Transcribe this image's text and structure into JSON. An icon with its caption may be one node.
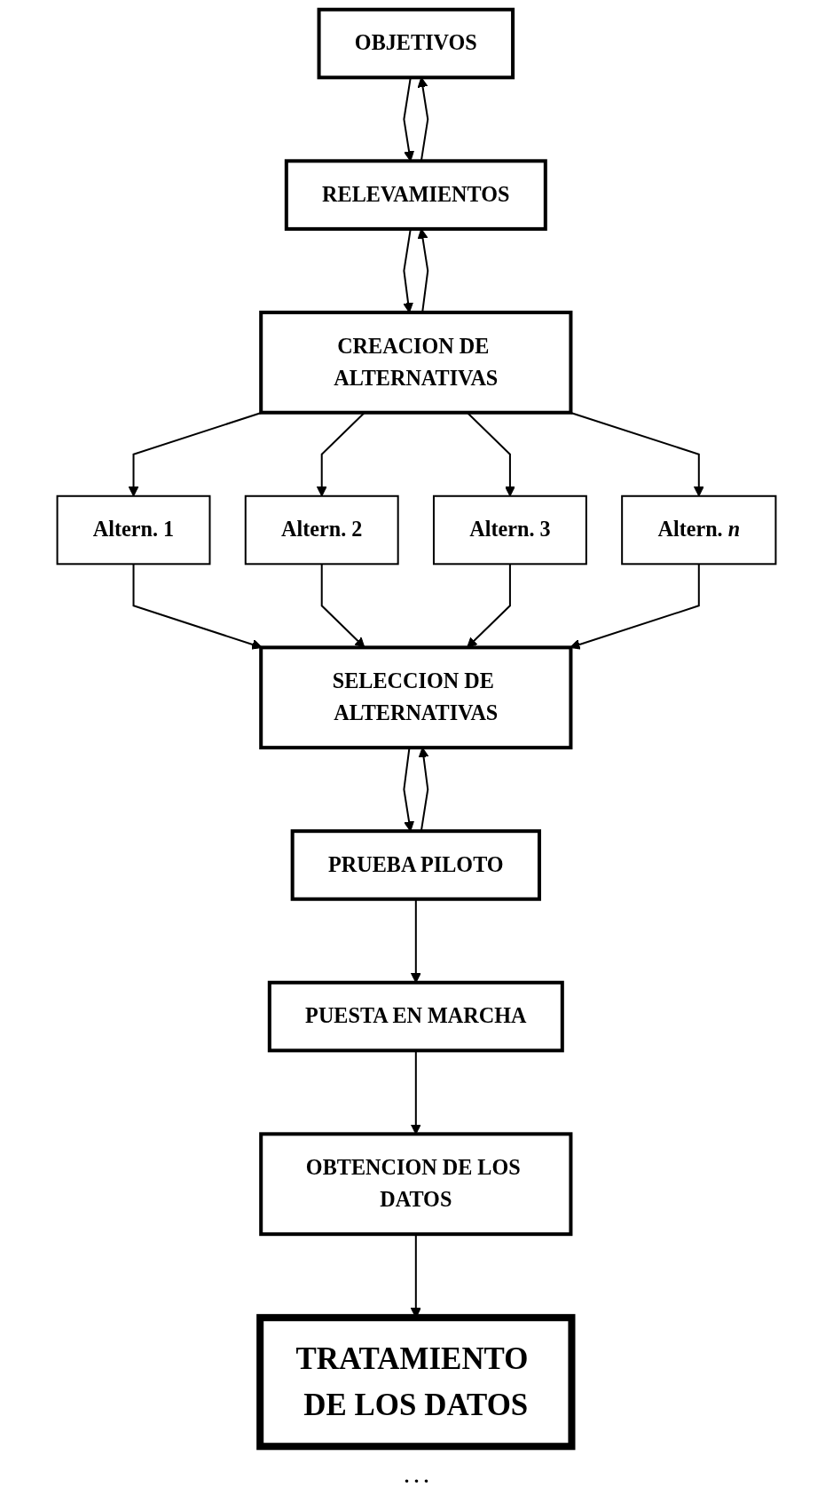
{
  "diagram": {
    "nodes": [
      {
        "text": [
          "OBJETIVOS"
        ]
      },
      {
        "text": [
          "RELEVAMIENTOS"
        ]
      },
      {
        "text": [
          "CREACION DE ALTERNATIVAS"
        ]
      },
      {
        "text": [
          "Altern. 1"
        ]
      },
      {
        "text": [
          "Altern. 2"
        ]
      },
      {
        "text": [
          "Altern. 3"
        ]
      },
      {
        "text": [
          "Altern. *n*"
        ]
      },
      {
        "text": [
          "SELECCION DE ALTERNATIVAS"
        ]
      },
      {
        "text": [
          "PRUEBA PILOTO"
        ]
      },
      {
        "text": [
          "PUESTA EN MARCHA"
        ]
      },
      {
        "text": [
          "OBTENCION DE LOS DATOS"
        ]
      },
      {
        "text": [
          "TRATAMIENTO DE LOS DATOS"
        ]
      }
    ],
    "edges": [
      {
        "from": 0,
        "to": 1,
        "arrow": "to"
      },
      {
        "from": 1,
        "to": 0,
        "arrow": "to"
      },
      {
        "from": 2,
        "to": 1,
        "arrow": "to"
      },
      {
        "from": 1,
        "to": 2,
        "arrow": "to"
      },
      {
        "from": 2,
        "to": 3,
        "arrow": "to"
      },
      {
        "from": 2,
        "to": 4,
        "arrow": "to"
      },
      {
        "from": 2,
        "to": 5,
        "arrow": "to"
      },
      {
        "from": 2,
        "to": 6,
        "arrow": "to"
      },
      {
        "from": 3,
        "to": 7,
        "arrow": "to"
      },
      {
        "from": 4,
        "to": 7,
        "arrow": "to"
      },
      {
        "from": 5,
        "to": 7,
        "arrow": "to"
      },
      {
        "from": 6,
        "to": 7,
        "arrow": "to"
      },
      {
        "from": 8,
        "to": 7,
        "arrow": "to"
      },
      {
        "from": 7,
        "to": 8,
        "arrow": "to"
      },
      {
        "from": 8,
        "to": 9,
        "arrow": "to"
      },
      {
        "from": 9,
        "to": 10,
        "arrow": "to"
      },
      {
        "from": 10,
        "to": 11,
        "arrow": "to"
      }
    ],
    "labels": [
      ". . ."
    ]
  }
}
